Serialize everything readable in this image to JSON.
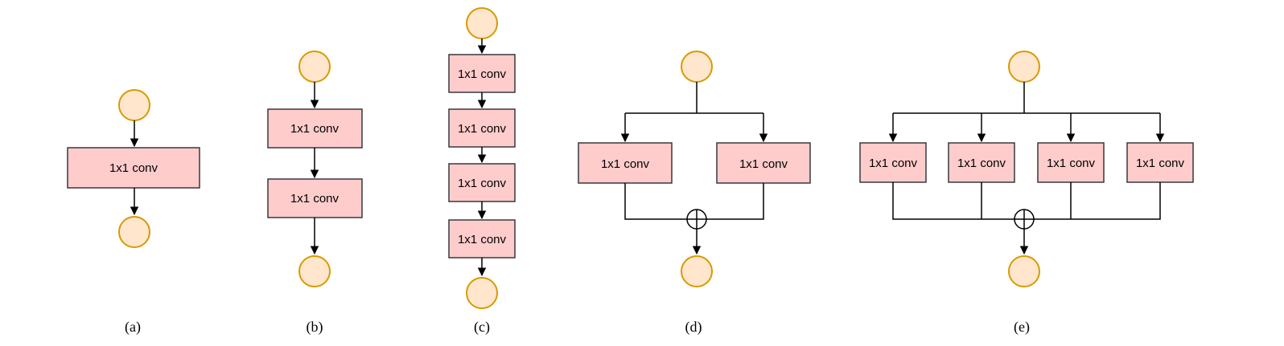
{
  "colors": {
    "node_fill": "#ffe6cc",
    "node_stroke": "#d79b00",
    "conv_fill": "#ffcccc",
    "conv_stroke": "#36393d",
    "edge": "#000000"
  },
  "diagrams": [
    {
      "caption": "(a)",
      "layout": "chain",
      "conv_labels": [
        "1x1 conv"
      ]
    },
    {
      "caption": "(b)",
      "layout": "chain",
      "conv_labels": [
        "1x1 conv",
        "1x1 conv"
      ]
    },
    {
      "caption": "(c)",
      "layout": "chain",
      "conv_labels": [
        "1x1 conv",
        "1x1 conv",
        "1x1 conv",
        "1x1 conv"
      ]
    },
    {
      "caption": "(d)",
      "layout": "parallel-sum",
      "conv_labels": [
        "1x1 conv",
        "1x1 conv"
      ]
    },
    {
      "caption": "(e)",
      "layout": "parallel-sum",
      "conv_labels": [
        "1x1 conv",
        "1x1 conv",
        "1x1 conv",
        "1x1 conv"
      ]
    }
  ]
}
